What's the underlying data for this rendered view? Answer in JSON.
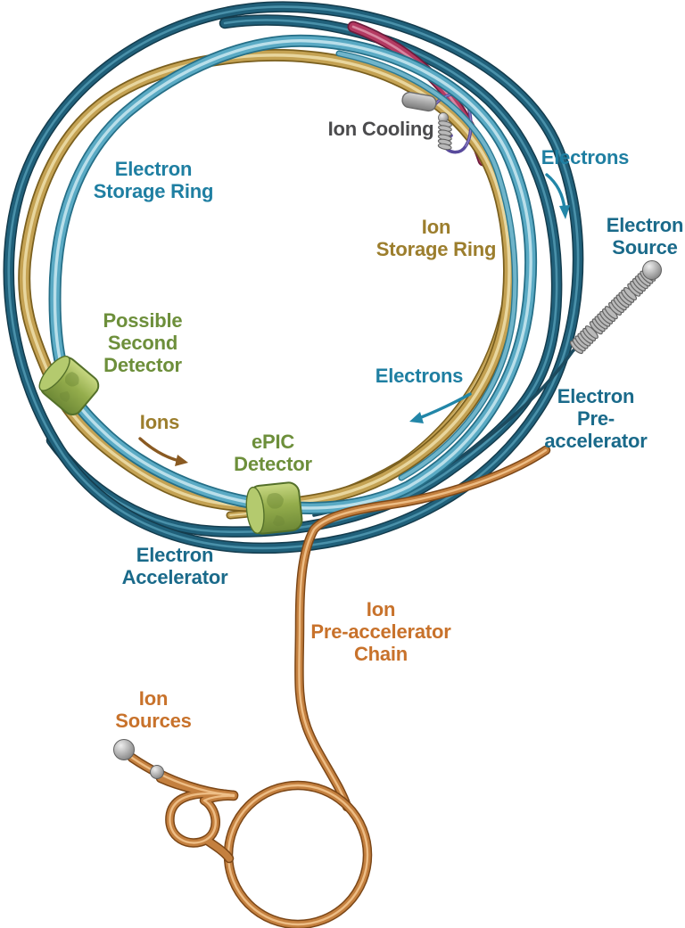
{
  "diagram": {
    "type": "accelerator-facility-schematic",
    "labels": {
      "electron_storage_ring": "Electron\nStorage Ring",
      "ion_cooling": "Ion Cooling",
      "electrons_top": "Electrons",
      "electron_source": "Electron\nSource",
      "ion_storage_ring": "Ion\nStorage Ring",
      "possible_second_detector": "Possible\nSecond\nDetector",
      "ions": "Ions",
      "electrons_mid": "Electrons",
      "electron_pre_accelerator": "Electron\nPre-accelerator",
      "epic_detector": "ePIC\nDetector",
      "electron_accelerator": "Electron\nAccelerator",
      "ion_pre_accelerator_chain": "Ion\nPre-accelerator\nChain",
      "ion_sources": "Ion\nSources"
    },
    "colors": {
      "electron_storage_ring_tube": "#5aaac4",
      "electron_accelerator_tube": "#20607a",
      "ion_storage_ring_tube": "#c4a253",
      "ion_chain_tube": "#c4803f",
      "ion_cooling_section_tube": "#b43a62",
      "cooling_wire": "#584a9c",
      "detector_body": "#94ad4c",
      "hardware_gray": "#b9b9b9",
      "label_teal": "#1f7fa2",
      "label_teal_dark": "#1a6a8a",
      "label_gold": "#9c7e2d",
      "label_green": "#6d8f3b",
      "label_orange": "#c8722b",
      "label_gray": "#4b4b4d"
    }
  }
}
